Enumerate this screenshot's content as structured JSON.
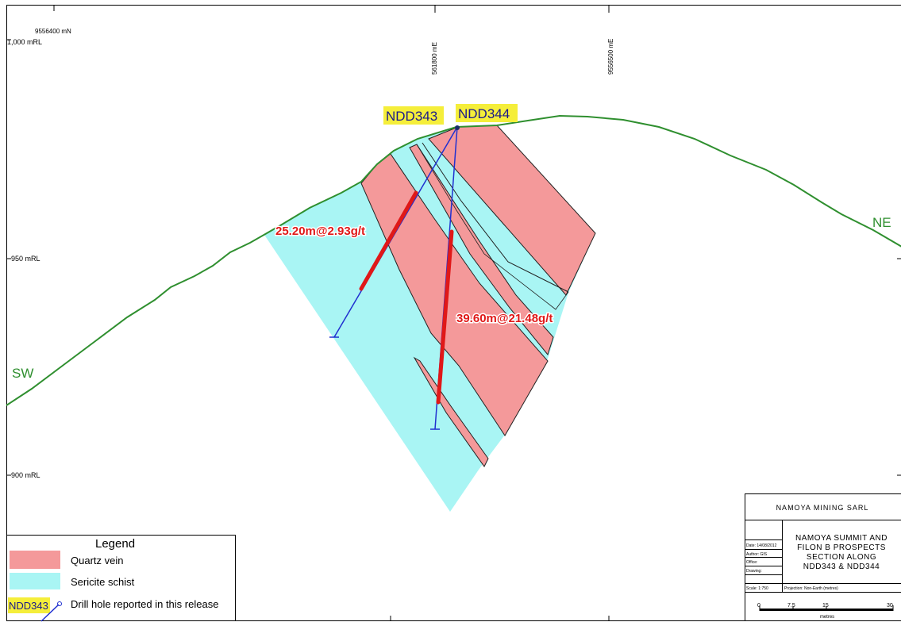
{
  "grid": {
    "top_labels": [
      "9556400 mN",
      "561800 mE",
      "9556500 mE"
    ],
    "elevations": [
      "1,000 mRL",
      "950 mRL",
      "900 mRL"
    ]
  },
  "section": {
    "left_dir": "SW",
    "right_dir": "NE"
  },
  "drillholes": [
    {
      "name": "NDD343",
      "intercept": "25.20m@2.93g/t"
    },
    {
      "name": "NDD344",
      "intercept": "39.60m@21.48g/t"
    }
  ],
  "colors": {
    "quartz_vein": "#f4999a",
    "sericite_schist": "#a9f5f4",
    "topography": "#2f8f2f",
    "drill_hole": "#2030d0",
    "intercept": "#e01818",
    "label_highlight": "#f5ee3a"
  },
  "legend": {
    "title": "Legend",
    "items": [
      {
        "label": "Quartz vein"
      },
      {
        "label": "Sericite schist"
      },
      {
        "label": "Drill hole reported in this release",
        "tag": "NDD343"
      }
    ]
  },
  "title_block": {
    "company": "NAMOYA MINING SARL",
    "title_lines": [
      "NAMOYA SUMMIT AND",
      "FILON B PROSPECTS",
      "SECTION ALONG",
      "NDD343 & NDD344"
    ],
    "fields": [
      "Date: 14/08/2012",
      "Author: GIS",
      "Office:",
      "Drawing:",
      "Scale: 1:750"
    ],
    "projection": "Projection: Non-Earth (metres)",
    "scale_ticks": [
      "0",
      "7.5",
      "15",
      "30"
    ],
    "scale_unit": "metres"
  }
}
